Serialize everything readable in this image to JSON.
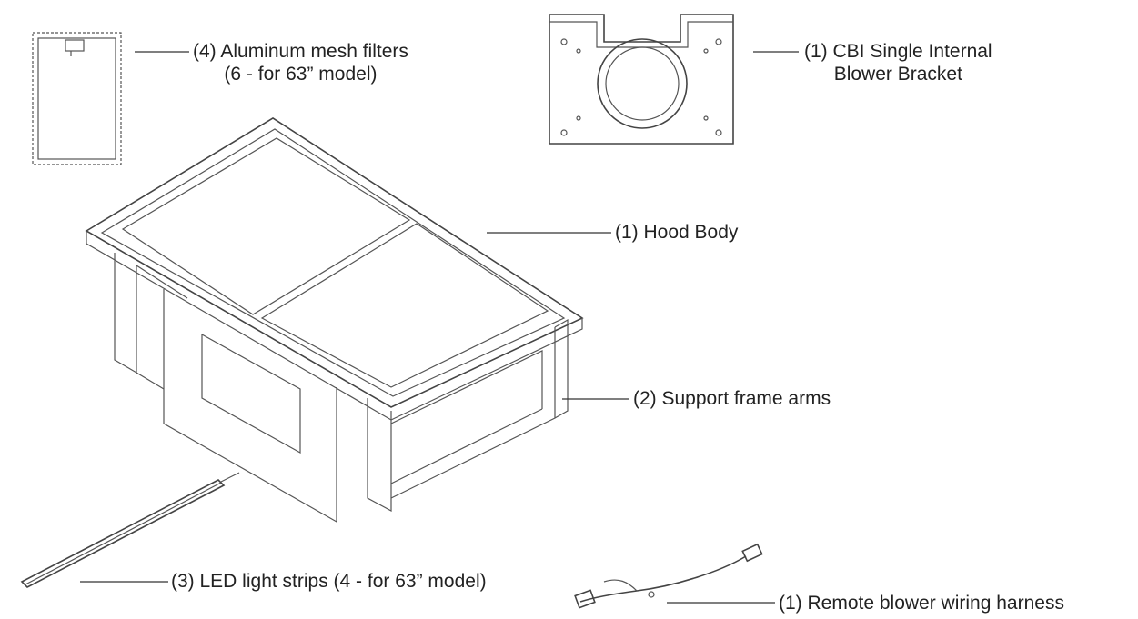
{
  "callouts": {
    "filters": {
      "line1": "(4) Aluminum mesh filters",
      "line2": "(6 - for 63” model)"
    },
    "bracket": {
      "line1": "(1) CBI Single Internal",
      "line2": "Blower Bracket"
    },
    "hood": {
      "text": "(1) Hood Body"
    },
    "arms": {
      "text": "(2) Support frame arms"
    },
    "led": {
      "text": "(3) LED light strips (4 - for 63” model)"
    },
    "harness": {
      "text": "(1) Remote blower wiring harness"
    }
  }
}
